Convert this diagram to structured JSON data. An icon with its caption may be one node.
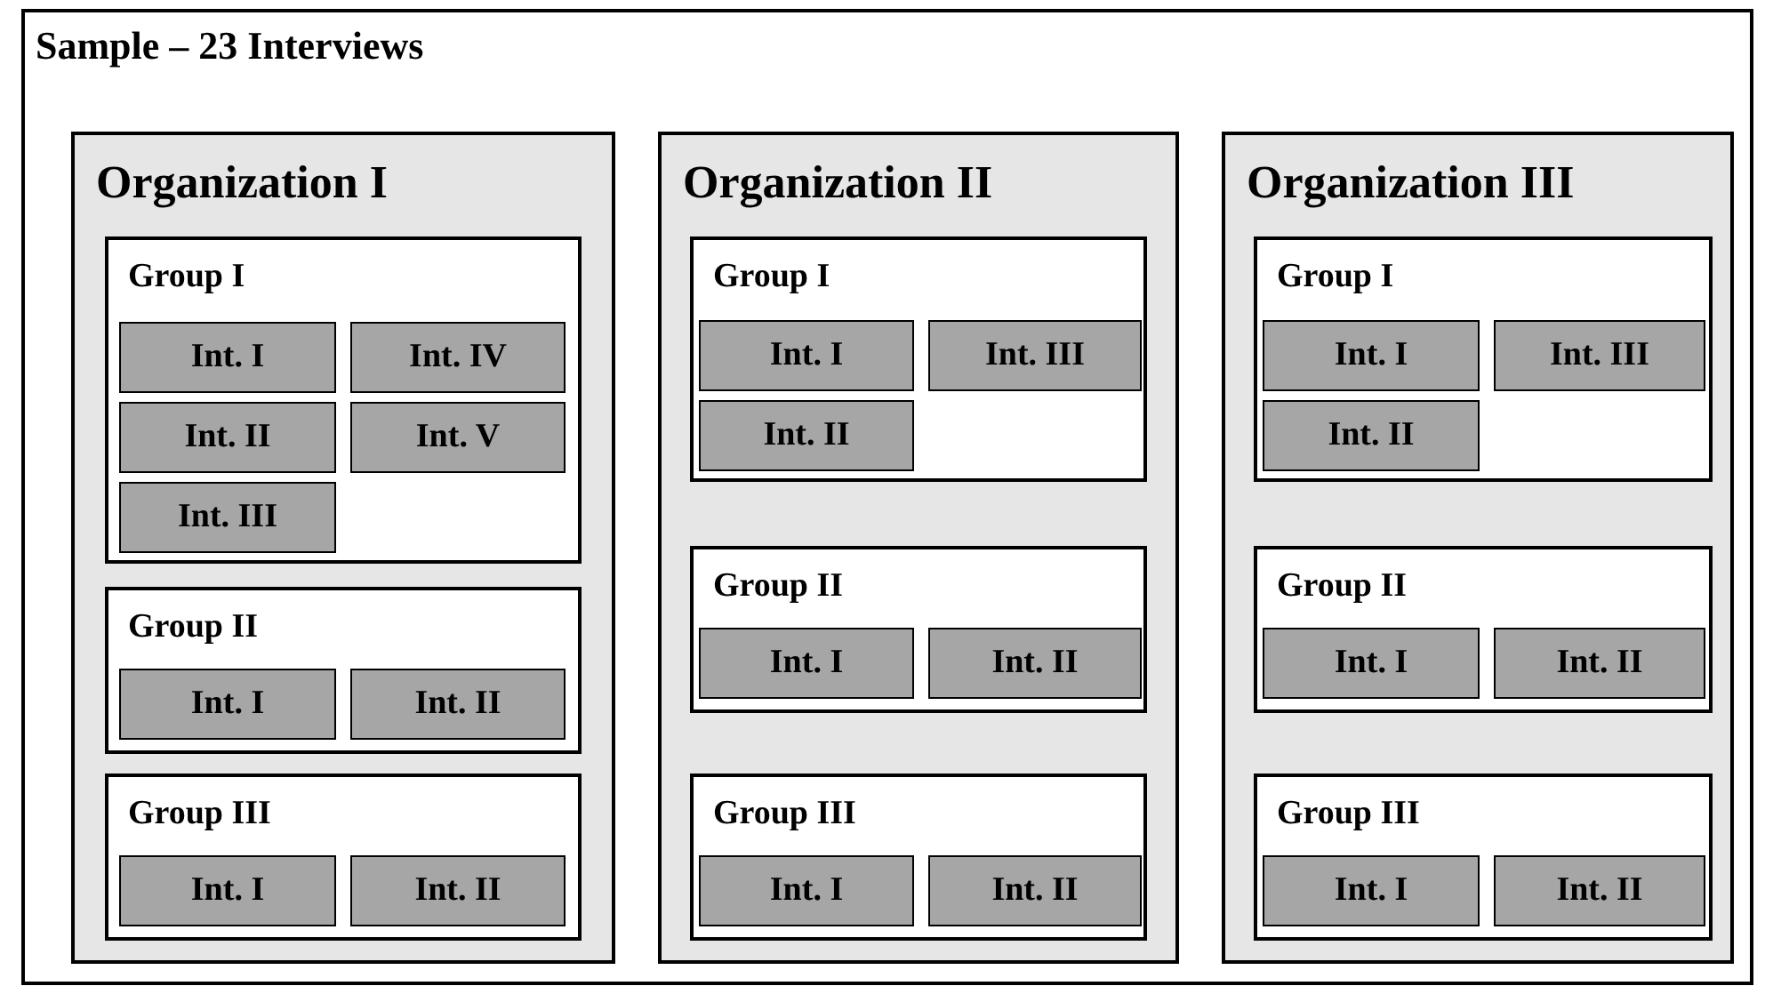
{
  "diagram": {
    "nodes": [
      {
        "text": [
          "Sample – 23 Interviews"
        ]
      },
      {
        "text": [
          "Organization I"
        ],
        "in": 0
      },
      {
        "text": [
          "Group I"
        ],
        "in": 1
      },
      {
        "text": [
          "Int. I"
        ],
        "in": 2
      },
      {
        "text": [
          "Int. IV"
        ],
        "in": 2
      },
      {
        "text": [
          "Int. II"
        ],
        "in": 2
      },
      {
        "text": [
          "Int. V"
        ],
        "in": 2
      },
      {
        "text": [
          "Int. III"
        ],
        "in": 2
      },
      {
        "text": [
          "Group II"
        ],
        "in": 1
      },
      {
        "text": [
          "Int. I"
        ],
        "in": 8
      },
      {
        "text": [
          "Int. II"
        ],
        "in": 8
      },
      {
        "text": [
          "Group III"
        ],
        "in": 1
      },
      {
        "text": [
          "Int. I"
        ],
        "in": 11
      },
      {
        "text": [
          "Int. II"
        ],
        "in": 11
      },
      {
        "text": [
          "Organization II"
        ],
        "in": 0
      },
      {
        "text": [
          "Group I"
        ],
        "in": 14
      },
      {
        "text": [
          "Int. I"
        ],
        "in": 15
      },
      {
        "text": [
          "Int. III"
        ],
        "in": 15
      },
      {
        "text": [
          "Int. II"
        ],
        "in": 15
      },
      {
        "text": [
          "Group II"
        ],
        "in": 14
      },
      {
        "text": [
          "Int. I"
        ],
        "in": 19
      },
      {
        "text": [
          "Int. II"
        ],
        "in": 19
      },
      {
        "text": [
          "Group III"
        ],
        "in": 14
      },
      {
        "text": [
          "Int. I"
        ],
        "in": 22
      },
      {
        "text": [
          "Int. II"
        ],
        "in": 22
      },
      {
        "text": [
          "Organization III"
        ],
        "in": 0
      },
      {
        "text": [
          "Group I"
        ],
        "in": 25
      },
      {
        "text": [
          "Int. I"
        ],
        "in": 26
      },
      {
        "text": [
          "Int. III"
        ],
        "in": 26
      },
      {
        "text": [
          "Int. II"
        ],
        "in": 26
      },
      {
        "text": [
          "Group II"
        ],
        "in": 25
      },
      {
        "text": [
          "Int. I"
        ],
        "in": 30
      },
      {
        "text": [
          "Int. II"
        ],
        "in": 30
      },
      {
        "text": [
          "Group III"
        ],
        "in": 25
      },
      {
        "text": [
          "Int. I"
        ],
        "in": 33
      },
      {
        "text": [
          "Int. II"
        ],
        "in": 33
      }
    ]
  }
}
